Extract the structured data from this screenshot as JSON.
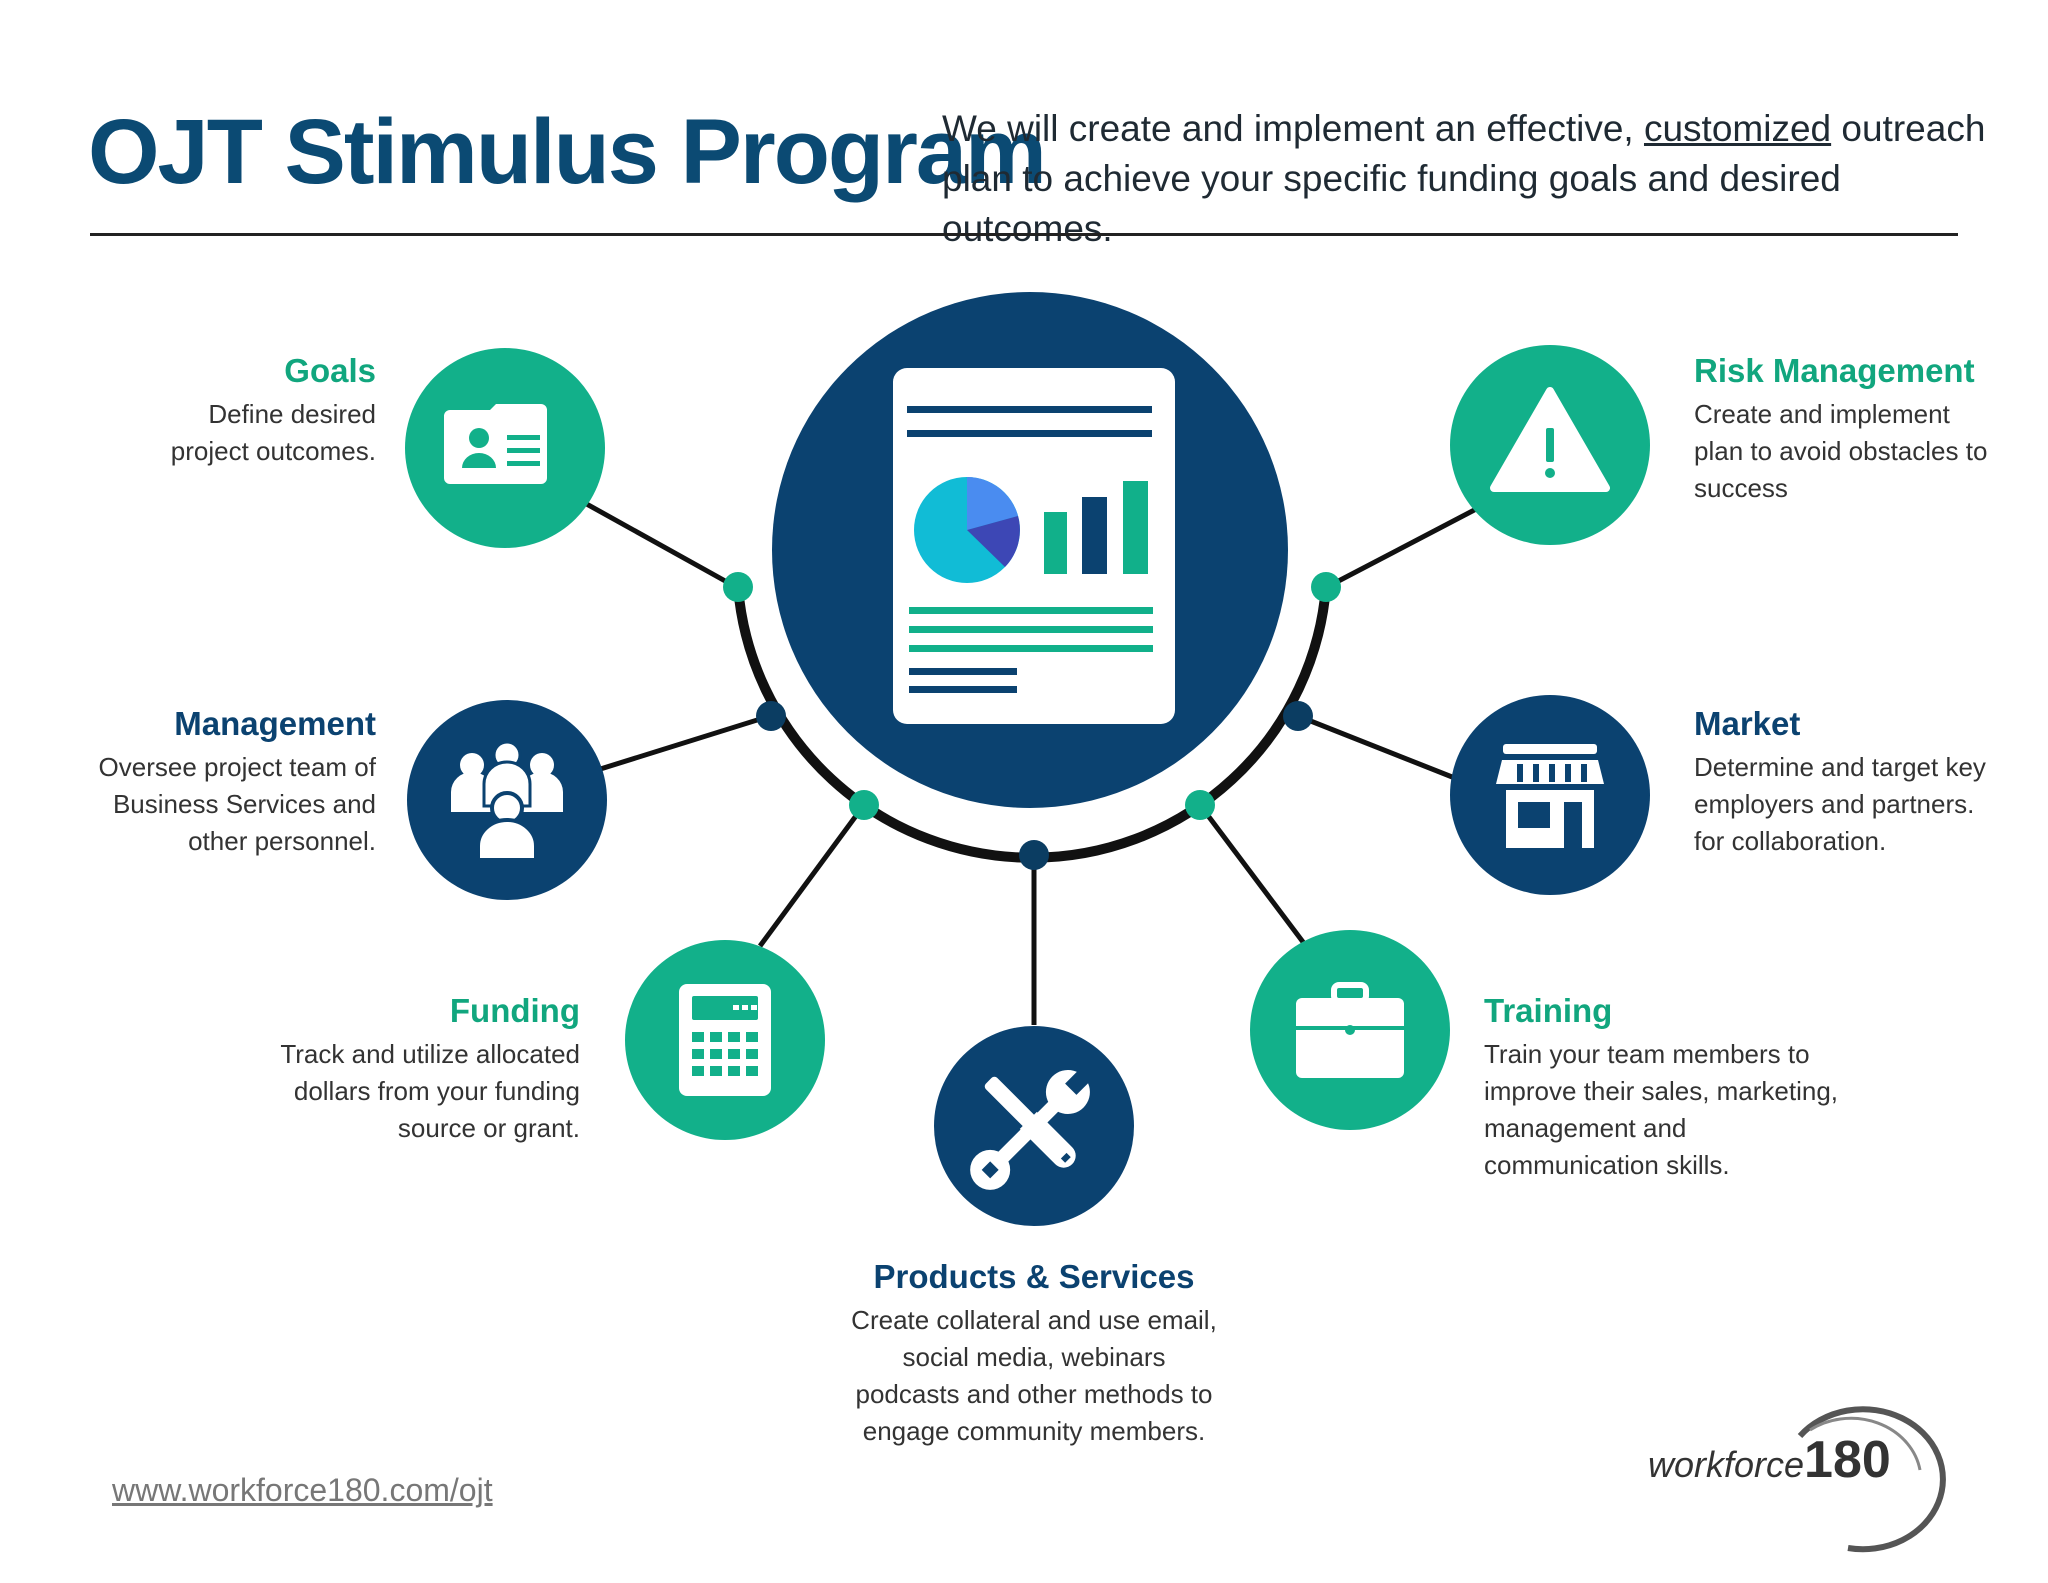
{
  "header": {
    "title": "OJT Stimulus Program",
    "intro_before": "We will create and implement an effective, ",
    "intro_underlined": "customized",
    "intro_after": " outreach plan to achieve your specific funding goals and desired outcomes."
  },
  "colors": {
    "teal": "#12b08a",
    "navy": "#0b4270",
    "line": "#111111"
  },
  "center_icon": "report-document-icon",
  "nodes": {
    "goals": {
      "title": "Goals",
      "lines": [
        "Define desired",
        "project outcomes."
      ],
      "icon": "id-card-icon",
      "color": "teal"
    },
    "management": {
      "title": "Management",
      "lines": [
        "Oversee project team  of",
        "Business Services and",
        "other personnel."
      ],
      "icon": "team-people-icon",
      "color": "navy"
    },
    "funding": {
      "title": "Funding",
      "lines": [
        "Track and utilize  allocated",
        "dollars from your funding",
        "source or grant."
      ],
      "icon": "calculator-icon",
      "color": "teal"
    },
    "products": {
      "title": "Products & Services",
      "lines": [
        "Create collateral and use email,",
        "social media, webinars",
        "podcasts and other methods to",
        "engage community members."
      ],
      "icon": "tools-icon",
      "color": "navy"
    },
    "training": {
      "title": "Training",
      "lines": [
        "Train your team members to",
        "improve their sales, marketing,",
        "management and",
        "communication skills."
      ],
      "icon": "briefcase-icon",
      "color": "teal"
    },
    "market": {
      "title": "Market",
      "lines": [
        "Determine and target key",
        "employers and partners.",
        "for collaboration."
      ],
      "icon": "storefront-icon",
      "color": "navy"
    },
    "risk": {
      "title": "Risk Management",
      "lines": [
        "Create and implement",
        "plan to avoid obstacles to",
        "success"
      ],
      "icon": "warning-icon",
      "color": "teal"
    }
  },
  "footer": {
    "url": "www.workforce180.com/ojt",
    "logo_word": "workforce",
    "logo_number": "180"
  }
}
